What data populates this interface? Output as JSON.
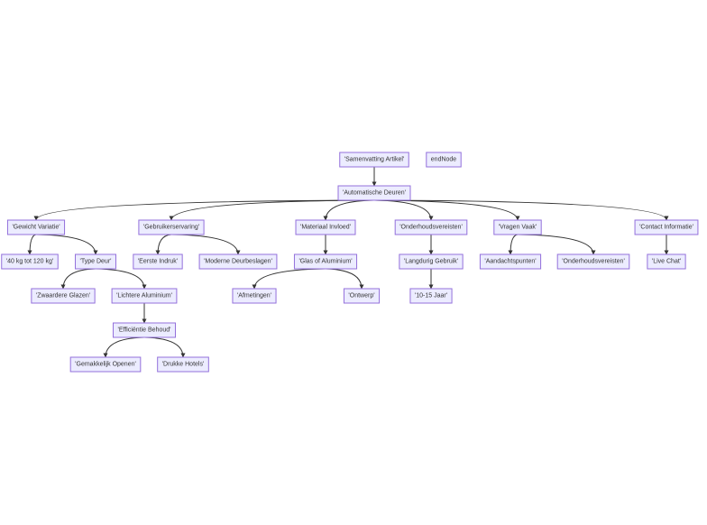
{
  "diagram": {
    "nodes": [
      {
        "id": "samenvatting",
        "label": "'Samenvatting Artikel'"
      },
      {
        "id": "endnode",
        "label": "endNode"
      },
      {
        "id": "automatische",
        "label": "'Automatische Deuren'"
      },
      {
        "id": "gewicht",
        "label": "'Gewicht Variatie'"
      },
      {
        "id": "gebruikers",
        "label": "'Gebruikerservaring'"
      },
      {
        "id": "materiaal",
        "label": "'Materiaal Invloed'"
      },
      {
        "id": "onderhoud1",
        "label": "'Onderhoudsvereisten'"
      },
      {
        "id": "vragen",
        "label": "'Vragen Vaak'"
      },
      {
        "id": "contact",
        "label": "'Contact Informatie'"
      },
      {
        "id": "kg",
        "label": "'40 kg tot 120 kg'"
      },
      {
        "id": "typedeur",
        "label": "'Type Deur'"
      },
      {
        "id": "indruk",
        "label": "'Eerste Indruk'"
      },
      {
        "id": "moderne",
        "label": "'Moderne Deurbeslagen'"
      },
      {
        "id": "glas",
        "label": "'Glas of Aluminium'"
      },
      {
        "id": "langdurig",
        "label": "'Langdurig Gebruik'"
      },
      {
        "id": "aandacht",
        "label": "'Aandachtspunten'"
      },
      {
        "id": "onderhoud2",
        "label": "'Onderhoudsvereisten'"
      },
      {
        "id": "livechat",
        "label": "'Live Chat'"
      },
      {
        "id": "zwaardere",
        "label": "'Zwaardere Glazen'"
      },
      {
        "id": "lichtere",
        "label": "'Lichtere Aluminium'"
      },
      {
        "id": "afmetingen",
        "label": "'Afmetingen'"
      },
      {
        "id": "ontwerp",
        "label": "'Ontwerp'"
      },
      {
        "id": "jaar",
        "label": "'10-15 Jaar'"
      },
      {
        "id": "efficientie",
        "label": "'Efficiëntie Behoud'"
      },
      {
        "id": "gemakkelijk",
        "label": "'Gemakkelijk Openen'"
      },
      {
        "id": "drukke",
        "label": "'Drukke Hotels'"
      }
    ],
    "edges": [
      {
        "from": "samenvatting",
        "to": "automatische"
      },
      {
        "from": "automatische",
        "to": "gewicht"
      },
      {
        "from": "automatische",
        "to": "gebruikers"
      },
      {
        "from": "automatische",
        "to": "materiaal"
      },
      {
        "from": "automatische",
        "to": "onderhoud1"
      },
      {
        "from": "automatische",
        "to": "vragen"
      },
      {
        "from": "automatische",
        "to": "contact"
      },
      {
        "from": "gewicht",
        "to": "kg"
      },
      {
        "from": "gewicht",
        "to": "typedeur"
      },
      {
        "from": "typedeur",
        "to": "zwaardere"
      },
      {
        "from": "typedeur",
        "to": "lichtere"
      },
      {
        "from": "lichtere",
        "to": "efficientie"
      },
      {
        "from": "efficientie",
        "to": "gemakkelijk"
      },
      {
        "from": "efficientie",
        "to": "drukke"
      },
      {
        "from": "gebruikers",
        "to": "indruk"
      },
      {
        "from": "gebruikers",
        "to": "moderne"
      },
      {
        "from": "materiaal",
        "to": "glas"
      },
      {
        "from": "glas",
        "to": "afmetingen"
      },
      {
        "from": "glas",
        "to": "ontwerp"
      },
      {
        "from": "onderhoud1",
        "to": "langdurig"
      },
      {
        "from": "langdurig",
        "to": "jaar"
      },
      {
        "from": "vragen",
        "to": "aandacht"
      },
      {
        "from": "vragen",
        "to": "onderhoud2"
      },
      {
        "from": "contact",
        "to": "livechat"
      }
    ]
  }
}
